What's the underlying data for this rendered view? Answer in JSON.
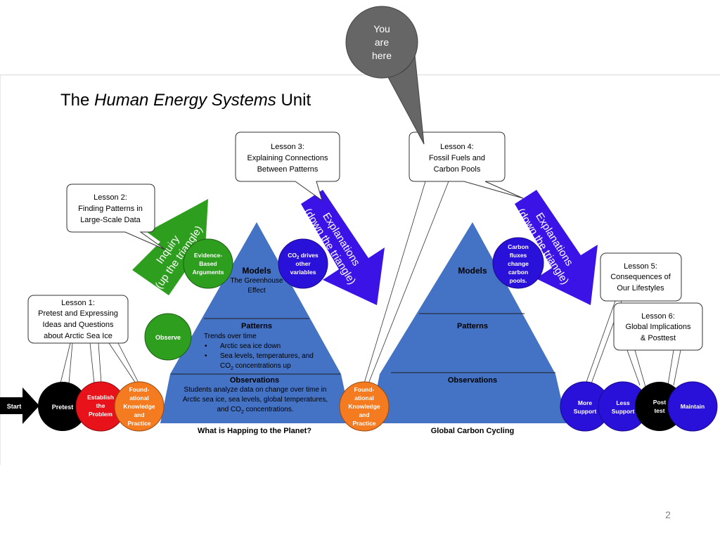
{
  "callout": {
    "line1": "You",
    "line2": "are",
    "line3": "here"
  },
  "title": {
    "prefix": "The ",
    "italic": "Human Energy Systems",
    "suffix": " Unit"
  },
  "lessons": {
    "l1": {
      "line1": "Lesson 1:",
      "line2": "Pretest and Expressing",
      "line3": "Ideas and Questions",
      "line4": "about Arctic Sea Ice"
    },
    "l2": {
      "line1": "Lesson 2:",
      "line2": "Finding Patterns in",
      "line3": "Large-Scale Data"
    },
    "l3": {
      "line1": "Lesson 3:",
      "line2": "Explaining Connections",
      "line3": "Between Patterns"
    },
    "l4": {
      "line1": "Lesson 4:",
      "line2": "Fossil Fuels and",
      "line3": "Carbon Pools"
    },
    "l5": {
      "line1": "Lesson 5:",
      "line2": "Consequences of",
      "line3": "Our Lifestyles"
    },
    "l6": {
      "line1": "Lesson 6:",
      "line2": "Global Implications",
      "line3": "& Posttest"
    }
  },
  "arrows": {
    "inquiry": {
      "line1": "Inquiry",
      "line2": "(up the triangle)"
    },
    "explanations": {
      "line1": "Explanations",
      "line2": "(down the triangle)"
    }
  },
  "circles": {
    "observe": "Observe",
    "evidence": {
      "line1": "Evidence-",
      "line2": "Based",
      "line3": "Arguments"
    },
    "co2": {
      "line1a": "CO",
      "line1sub": "2",
      "line1b": " drives",
      "line2": "other",
      "line3": "variables"
    },
    "carbon_fluxes": {
      "line1": "Carbon",
      "line2": "fluxes",
      "line3": "change",
      "line4": "carbon",
      "line5": "pools."
    },
    "pretest": "Pretest",
    "establish": {
      "line1": "Establish",
      "line2": "the",
      "line3": "Problem"
    },
    "foundational": {
      "line1": "Found-",
      "line2": "ational",
      "line3": "Knowledge",
      "line4": "and",
      "line5": "Practice"
    },
    "more_support": {
      "line1": "More",
      "line2": "Support"
    },
    "less_support": {
      "line1": "Less",
      "line2": "Support"
    },
    "posttest": {
      "line1": "Post",
      "line2": "test"
    },
    "maintain": "Maintain"
  },
  "start_label": "Start",
  "triangle1": {
    "models": "Models",
    "models_sub1": "The Greenhouse",
    "models_sub2": "Effect",
    "patterns": "Patterns",
    "patterns_sub": "Trends over time",
    "bullet1": "Arctic sea ice down",
    "bullet2": "Sea levels, temperatures, and",
    "bullet3a": "CO",
    "bullet3sub": "2",
    "bullet3b": " concentrations up",
    "observations": "Observations",
    "obs1": "Students analyze data on change over time in",
    "obs2": "Arctic sea ice, sea levels, global temperatures,",
    "obs3a": "and CO",
    "obs3sub": "2",
    "obs3b": " concentrations.",
    "caption": "What is Happing to the Planet?"
  },
  "triangle2": {
    "models": "Models",
    "patterns": "Patterns",
    "observations": "Observations",
    "caption": "Global Carbon Cycling"
  },
  "page_number": "2",
  "colors": {
    "triangle_blue": "#4472c4",
    "arrow_green": "#2e9e1f",
    "arrow_purple": "#3b13e6",
    "circle_green": "#2e9e1f",
    "circle_purple": "#2a11d9",
    "circle_orange": "#f47b20",
    "circle_red": "#e8131a",
    "callout_gray": "#666666"
  }
}
